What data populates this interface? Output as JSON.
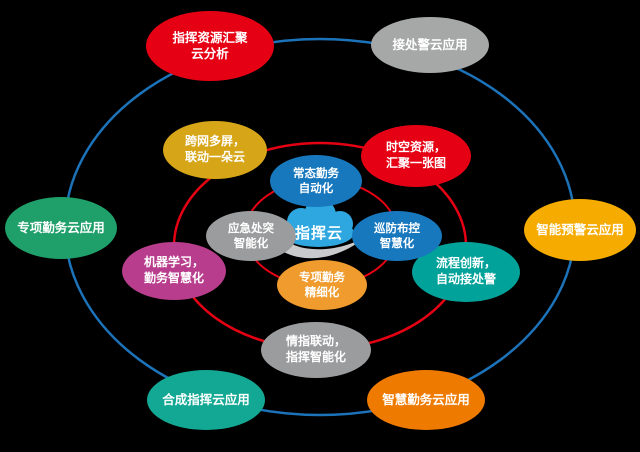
{
  "diagram": {
    "background_color": "#000000",
    "center": {
      "label": "指挥云",
      "cloud_color": "#2ea7e0",
      "swoosh_color": "#c9cacb"
    },
    "rings": {
      "outer_color": "#1c73b9",
      "middle_color": "#e60013",
      "inner_color": "#e60013"
    },
    "outer_nodes": [
      {
        "label": "指挥资源汇聚\n云分析",
        "color": "#e60013"
      },
      {
        "label": "接处警云应用",
        "color": "#a6a7a7"
      },
      {
        "label": "专项勤务云应用",
        "color": "#1fa06a"
      },
      {
        "label": "智能预警云应用",
        "color": "#f5ab00"
      },
      {
        "label": "合成指挥云应用",
        "color": "#13a893"
      },
      {
        "label": "智慧勤务云应用",
        "color": "#ef7a00"
      }
    ],
    "middle_nodes": [
      {
        "label": "跨网多屏，\n联动一朵云",
        "color": "#d6a518"
      },
      {
        "label": "时空资源，\n汇聚一张图",
        "color": "#e60013"
      },
      {
        "label": "机器学习，\n勤务智慧化",
        "color": "#b83d8d"
      },
      {
        "label": "流程创新，\n自动接处警",
        "color": "#00a29a"
      },
      {
        "label": "情指联动，\n指挥智能化",
        "color": "#9b9c9e"
      }
    ],
    "inner_nodes": [
      {
        "label": "常态勤务\n自动化",
        "color": "#1878be"
      },
      {
        "label": "应急处突\n智能化",
        "color": "#9b9c9e"
      },
      {
        "label": "巡防布控\n智慧化",
        "color": "#1878be"
      },
      {
        "label": "专项勤务\n精细化",
        "color": "#ef9b2d"
      }
    ]
  }
}
